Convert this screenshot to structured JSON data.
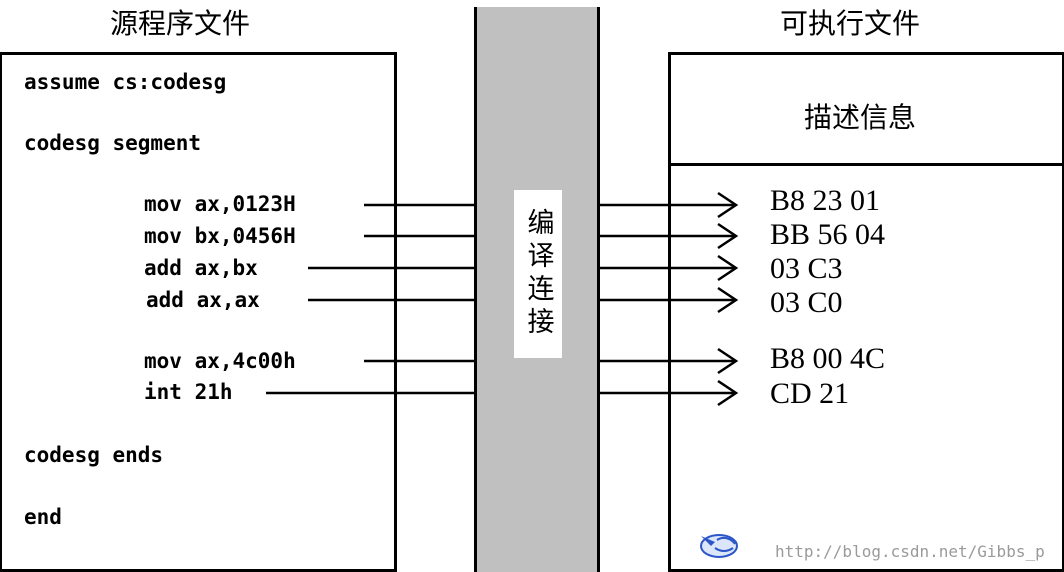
{
  "titles": {
    "source": "源程序文件",
    "executable": "可执行文件"
  },
  "source_code": {
    "header": [
      "assume cs:codesg",
      "codesg segment"
    ],
    "instructions": [
      "mov ax,0123H",
      "mov bx,0456H",
      "add ax,bx",
      "add ax,ax",
      "mov ax,4c00h",
      "int 21h"
    ],
    "footer": [
      "codesg ends",
      "end"
    ]
  },
  "process_label": "编译连接",
  "executable": {
    "description": "描述信息",
    "machine_code": [
      "B8 23 01",
      "BB 56 04",
      "03 C3",
      "03 C0",
      "B8 00 4C",
      "CD 21"
    ]
  },
  "watermark": "http://blog.csdn.net/Gibbs_p",
  "icons": {
    "cursor": "hand-pointer-icon"
  }
}
